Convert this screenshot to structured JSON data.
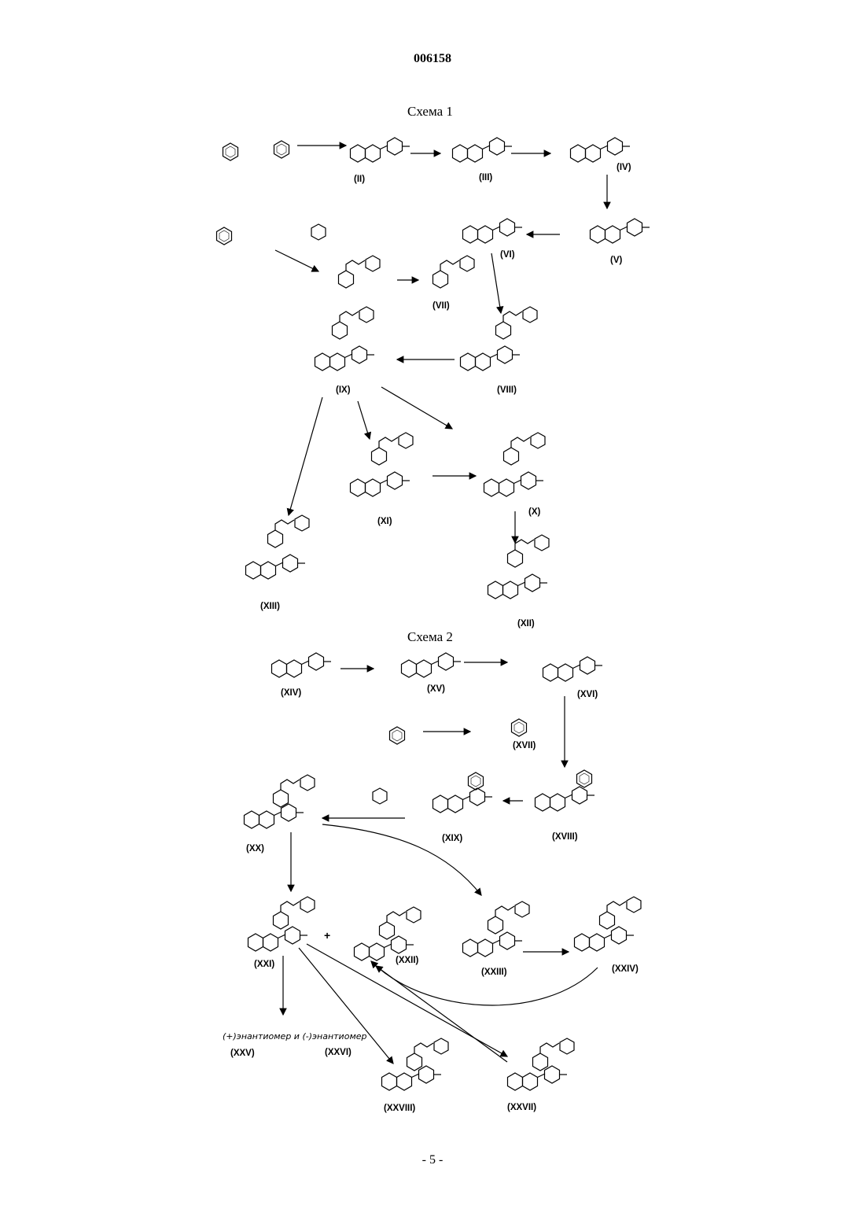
{
  "header": {
    "doc_number": "006158"
  },
  "scheme1": {
    "title": "Схема 1",
    "labels": [
      "(II)",
      "(III)",
      "(IV)",
      "(V)",
      "(VI)",
      "(VII)",
      "(VIII)",
      "(IX)",
      "(X)",
      "(XI)",
      "(XII)",
      "(XIII)"
    ]
  },
  "scheme2": {
    "title": "Схема 2",
    "labels": [
      "(XIV)",
      "(XV)",
      "(XVI)",
      "(XVII)",
      "(XVIII)",
      "(XIX)",
      "(XX)",
      "(XXI)",
      "(XXII)",
      "(XXIII)",
      "(XXIV)",
      "(XXV)",
      "(XXVI)",
      "(XXVII)",
      "(XXVIII)"
    ],
    "enantiomers": "(+)энантиомер и (-)энантиомер",
    "plus_sign": "+"
  },
  "footer": {
    "page_number": "- 5 -"
  }
}
